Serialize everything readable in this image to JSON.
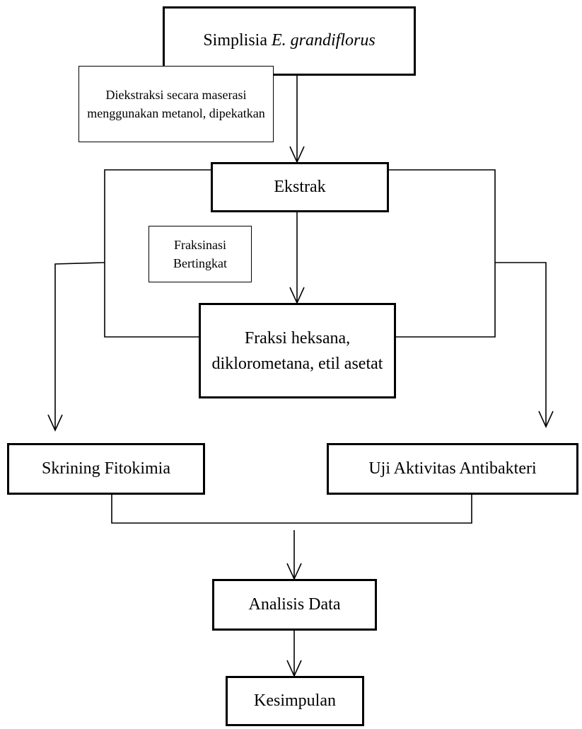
{
  "nodes": {
    "simplisia": {
      "text": "Simplisia",
      "italic": "E. grandiflorus"
    },
    "ekstraksi_note": "Diekstraksi secara maserasi menggunakan metanol, dipekatkan",
    "ekstrak": "Ekstrak",
    "fraksinasi_note": "Fraksinasi Bertingkat",
    "fraksi": "Fraksi heksana, diklorometana, etil asetat",
    "skrining": "Skrining Fitokimia",
    "uji": "Uji Aktivitas Antibakteri",
    "analisis": "Analisis Data",
    "kesimpulan": "Kesimpulan"
  }
}
